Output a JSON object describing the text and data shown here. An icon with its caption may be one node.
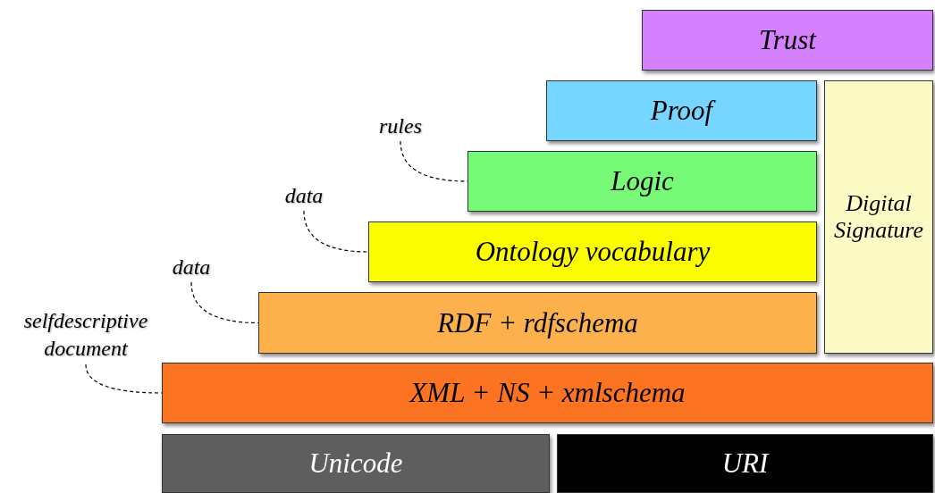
{
  "diagram": {
    "nodes": [
      {
        "text": [
          "Trust"
        ]
      },
      {
        "text": [
          "Proof"
        ]
      },
      {
        "text": [
          "Digital Signature"
        ]
      },
      {
        "text": [
          "rules"
        ]
      },
      {
        "text": [
          "Logic"
        ]
      },
      {
        "text": [
          "data"
        ]
      },
      {
        "text": [
          "Ontology vocabulary"
        ]
      },
      {
        "text": [
          "data"
        ]
      },
      {
        "text": [
          "RDF + rdfschema"
        ]
      },
      {
        "text": [
          "selfdescriptive document"
        ]
      },
      {
        "text": [
          "XML + NS + xmlschema"
        ]
      },
      {
        "text": [
          "Unicode"
        ]
      },
      {
        "text": [
          "URI"
        ]
      }
    ],
    "edges": [
      {
        "from": 3,
        "to": 4,
        "arrow": "none",
        "style": "dashed"
      },
      {
        "from": 5,
        "to": 6,
        "arrow": "none",
        "style": "dashed"
      },
      {
        "from": 7,
        "to": 8,
        "arrow": "none",
        "style": "dashed"
      },
      {
        "from": 9,
        "to": 10,
        "arrow": "none",
        "style": "dashed"
      }
    ]
  }
}
